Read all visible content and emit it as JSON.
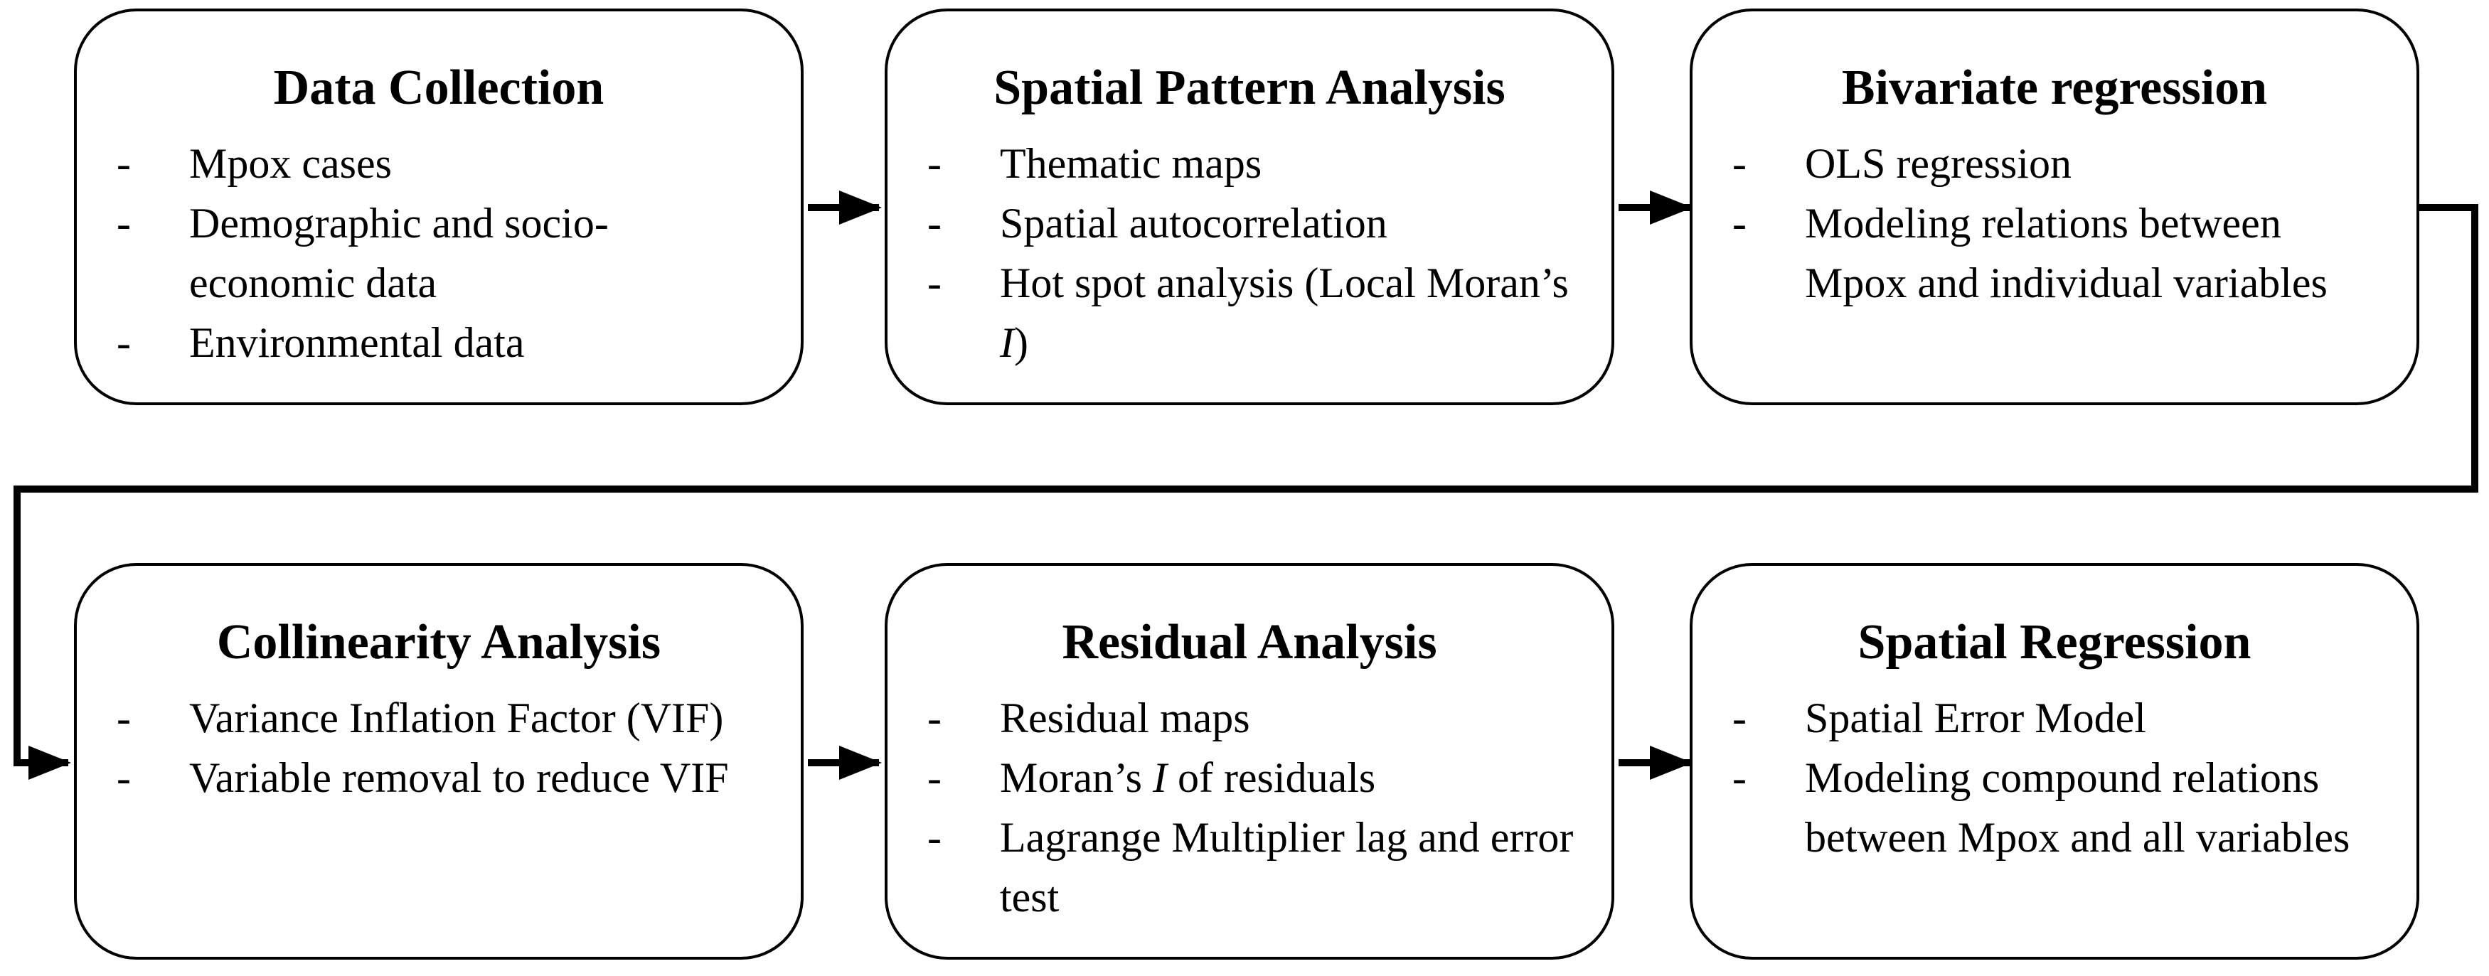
{
  "boxes": [
    {
      "title": "Data Collection",
      "items": [
        [
          {
            "t": "Mpox cases"
          }
        ],
        [
          {
            "t": "Demographic and socio-economic data"
          }
        ],
        [
          {
            "t": "Environmental data"
          }
        ]
      ]
    },
    {
      "title": "Spatial Pattern Analysis",
      "items": [
        [
          {
            "t": "Thematic maps"
          }
        ],
        [
          {
            "t": "Spatial autocorrelation"
          }
        ],
        [
          {
            "t": "Hot spot analysis (Local Moran’s "
          },
          {
            "t": "I",
            "i": true
          },
          {
            "t": ")"
          }
        ]
      ]
    },
    {
      "title": "Bivariate regression",
      "items": [
        [
          {
            "t": "OLS regression"
          }
        ],
        [
          {
            "t": "Modeling relations between Mpox and individual variables"
          }
        ]
      ]
    },
    {
      "title": "Collinearity Analysis",
      "items": [
        [
          {
            "t": "Variance Inflation Factor (VIF)"
          }
        ],
        [
          {
            "t": "Variable removal to reduce VIF"
          }
        ]
      ]
    },
    {
      "title": "Residual Analysis",
      "items": [
        [
          {
            "t": "Residual maps"
          }
        ],
        [
          {
            "t": "Moran’s "
          },
          {
            "t": "I",
            "i": true
          },
          {
            "t": " of residuals"
          }
        ],
        [
          {
            "t": "Lagrange Multiplier lag and error test"
          }
        ]
      ]
    },
    {
      "title": "Spatial Regression",
      "items": [
        [
          {
            "t": "Spatial Error Model"
          }
        ],
        [
          {
            "t": "Modeling compound relations between Mpox and all variables"
          }
        ]
      ]
    }
  ],
  "bullet_marker": "-",
  "colors": {
    "stroke": "#000000",
    "fill": "#ffffff",
    "text": "#000000"
  }
}
